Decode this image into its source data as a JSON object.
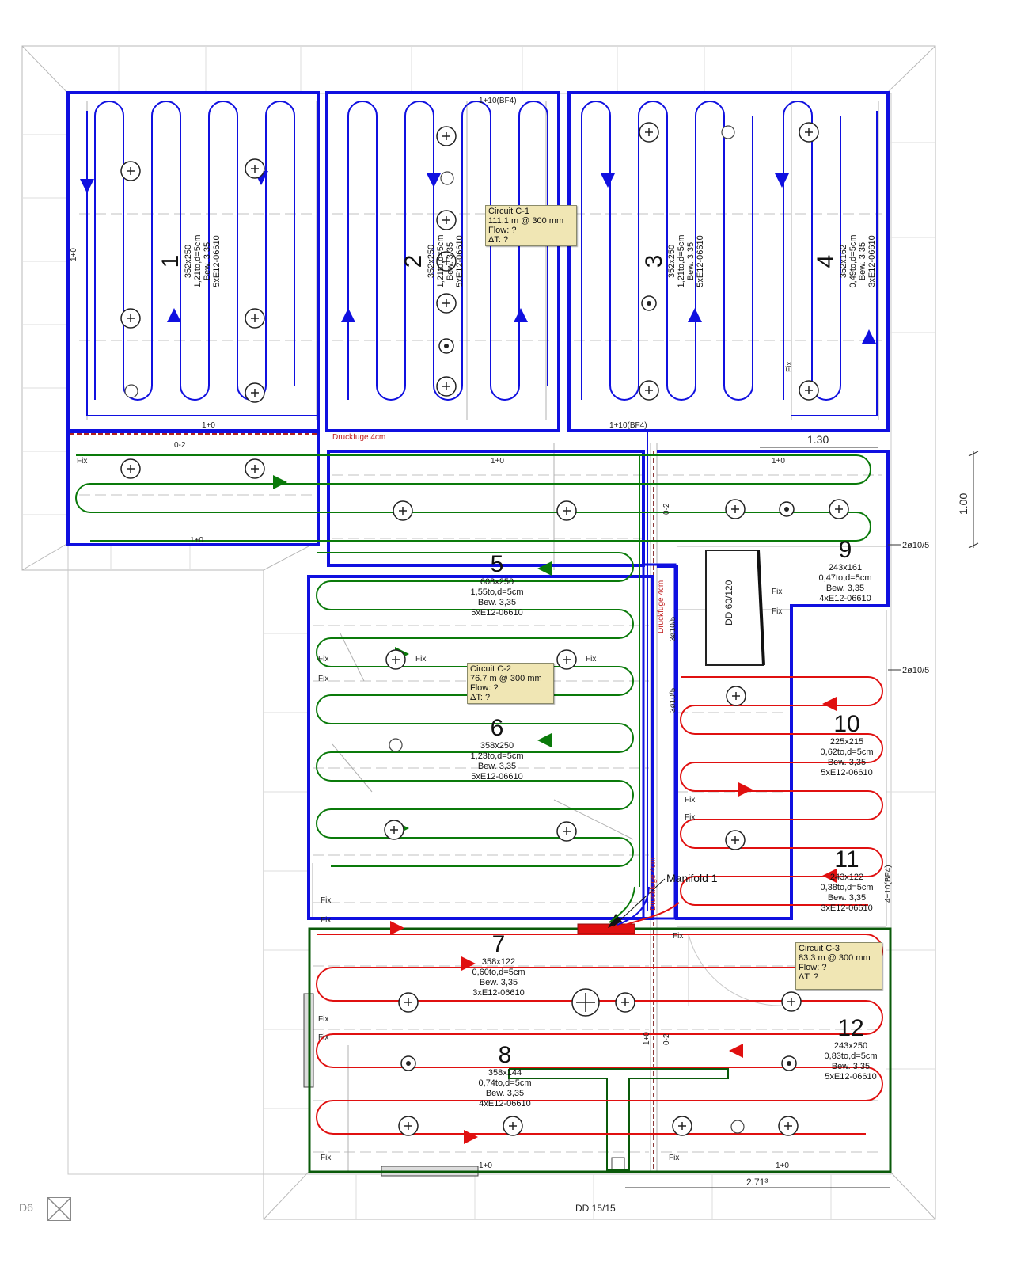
{
  "rooms": [
    {
      "num": "1",
      "dims": "352x250",
      "area": "1,21to,d=5cm",
      "bew": "Bew. 3,35",
      "code": "5xE12-06610"
    },
    {
      "num": "2",
      "dims": "352x250",
      "area": "1,21to,d=5cm",
      "bew": "Bew. 3,35",
      "code": "5xE12-06610"
    },
    {
      "num": "3",
      "dims": "352x250",
      "area": "1,21to,d=5cm",
      "bew": "Bew. 3,35",
      "code": "5xE12-06610"
    },
    {
      "num": "4",
      "dims": "352x162",
      "area": "0,49to,d=5cm",
      "bew": "Bew. 3,35",
      "code": "3xE12-06610"
    },
    {
      "num": "5",
      "dims": "608x250",
      "area": "1,55to,d=5cm",
      "bew": "Bew. 3,35",
      "code": "5xE12-06610"
    },
    {
      "num": "6",
      "dims": "358x250",
      "area": "1,23to,d=5cm",
      "bew": "Bew. 3,35",
      "code": "5xE12-06610"
    },
    {
      "num": "7",
      "dims": "358x122",
      "area": "0,60to,d=5cm",
      "bew": "Bew. 3,35",
      "code": "3xE12-06610"
    },
    {
      "num": "8",
      "dims": "358x144",
      "area": "0,74to,d=5cm",
      "bew": "Bew. 3,35",
      "code": "4xE12-06610"
    },
    {
      "num": "9",
      "dims": "243x161",
      "area": "0,47to,d=5cm",
      "bew": "Bew. 3,35",
      "code": "4xE12-06610"
    },
    {
      "num": "10",
      "dims": "225x215",
      "area": "0,62to,d=5cm",
      "bew": "Bew. 3,35",
      "code": "5xE12-06610"
    },
    {
      "num": "11",
      "dims": "243x122",
      "area": "0,38to,d=5cm",
      "bew": "Bew. 3,35",
      "code": "3xE12-06610"
    },
    {
      "num": "12",
      "dims": "243x250",
      "area": "0,83to,d=5cm",
      "bew": "Bew. 3,35",
      "code": "5xE12-06610"
    }
  ],
  "circuits": [
    {
      "id": "c1",
      "title": "Circuit C-1",
      "length": "111.1 m @ 300 mm",
      "flow": "Flow: ?",
      "dt": "ΔT: ?",
      "color": "#1010e0"
    },
    {
      "id": "c2",
      "title": "Circuit C-2",
      "length": "76.7 m @ 300 mm",
      "flow": "Flow: ?",
      "dt": "ΔT: ?",
      "color": "#0a7a0a"
    },
    {
      "id": "c3",
      "title": "Circuit C-3",
      "length": "83.3 m @ 300 mm",
      "flow": "Flow: ?",
      "dt": "ΔT: ?",
      "color": "#e01010"
    }
  ],
  "manifold_label": "Manifold 1",
  "dimensions": {
    "d130": "1.30",
    "d100": "1.00",
    "d271": "2.71³",
    "dd60": "DD 60/120",
    "dd15": "DD 15/15",
    "rebar1": "2ø10/5",
    "rebar2": "2ø10/5",
    "d6": "D6"
  },
  "notes": {
    "fix": "Fix",
    "plus0": "1+0",
    "zero2": "0-2",
    "druck": "Druckfuge 4cm",
    "bf4": "1+10(BF4)",
    "s3": "3ø10/5",
    "bf4b": "4+10(BF4)"
  },
  "colors": {
    "c1": "#1010e0",
    "c2": "#0a7a0a",
    "c3": "#e01010",
    "tooltip": "#f0e6b4"
  }
}
